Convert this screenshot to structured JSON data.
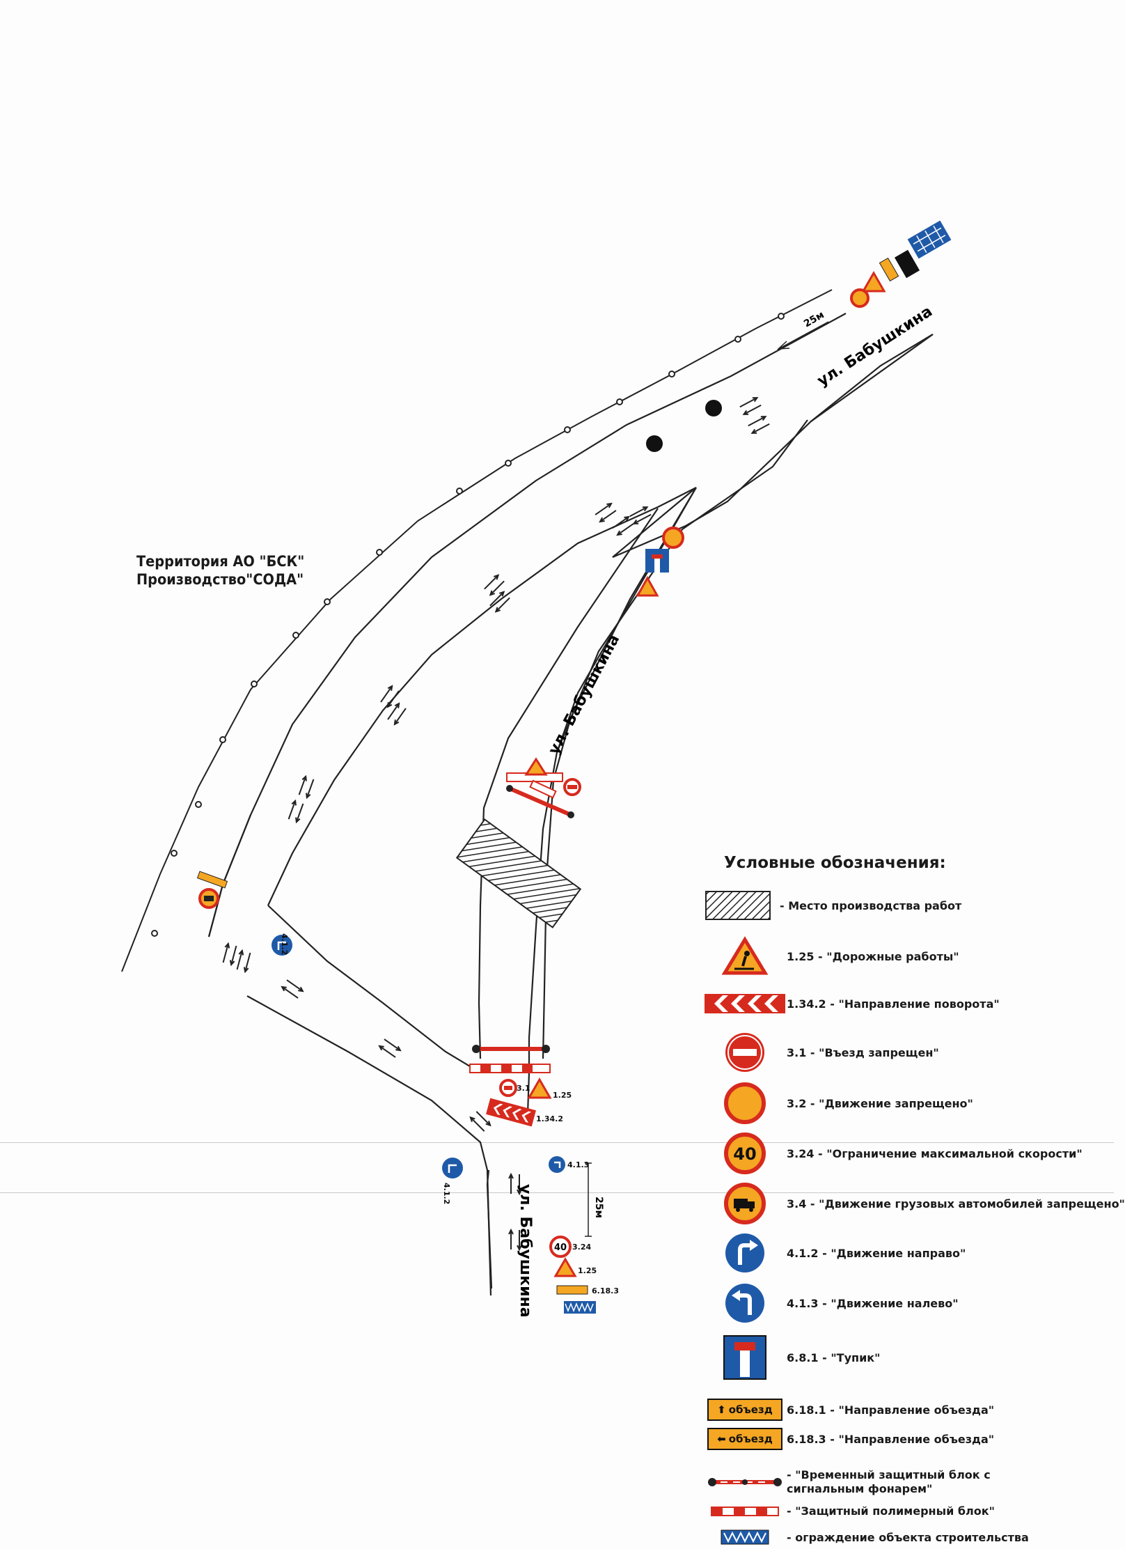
{
  "territory": {
    "line1": "Территория АО \"БСК\"",
    "line2": "Производство\"СОДА\""
  },
  "streets": [
    {
      "label": "ул. Бабушкина"
    },
    {
      "label": "ул. Бабушкина"
    },
    {
      "label": "ул. Бабушкина"
    }
  ],
  "distances": [
    "25м",
    "25м"
  ],
  "map_sign_codes": {
    "c_3_1": "3.1",
    "c_1_25": "1.25",
    "c_1_34_2": "1.34.2",
    "c_4_1_3": "4.1.3",
    "c_4_1_2a": "4.1.2",
    "c_4_1_2b": "4.1.2",
    "c_3_24": "3.24",
    "c_1_25b": "1.25",
    "c_6_18_3": "6.18.3"
  },
  "legend": {
    "title": "Условные обозначения:",
    "items": [
      {
        "icon": "work-zone-hatch",
        "text": "- Место производства работ"
      },
      {
        "icon": "road-works-sign",
        "text": "1.25 - \"Дорожные работы\""
      },
      {
        "icon": "chevron-board",
        "text": "1.34.2 - \"Направление поворота\""
      },
      {
        "icon": "no-entry-sign",
        "text": "3.1 - \"Въезд запрещен\""
      },
      {
        "icon": "no-traffic-sign",
        "text": "3.2 - \"Движение запрещено\""
      },
      {
        "icon": "speed-limit-sign",
        "text": "3.24 - \"Ограничение максимальной скорости\"",
        "value": "40"
      },
      {
        "icon": "no-trucks-sign",
        "text": "3.4 - \"Движение грузовых автомобилей запрещено\""
      },
      {
        "icon": "turn-right-sign",
        "text": "4.1.2 - \"Движение направо\""
      },
      {
        "icon": "turn-left-sign",
        "text": "4.1.3 - \"Движение налево\""
      },
      {
        "icon": "dead-end-sign",
        "text": "6.8.1 - \"Тупик\""
      },
      {
        "icon": "detour-up-sign",
        "text": "6.18.1 - \"Направление объезда\"",
        "sign_text": "объезд"
      },
      {
        "icon": "detour-left-sign",
        "text": "6.18.3 - \"Направление объезда\"",
        "sign_text": "объезд"
      },
      {
        "icon": "barrier-lamp-block",
        "text": "- \"Временный защитный блок с сигнальным фонарем\""
      },
      {
        "icon": "polymer-block",
        "text": "- \"Защитный полимерный блок\""
      },
      {
        "icon": "fence-block",
        "text": "- ограждение объекта строительства"
      }
    ]
  },
  "colors": {
    "sign_red": "#d72a1e",
    "sign_yellow": "#f5a623",
    "sign_blue": "#1f5aa8",
    "road_line": "#222222"
  }
}
